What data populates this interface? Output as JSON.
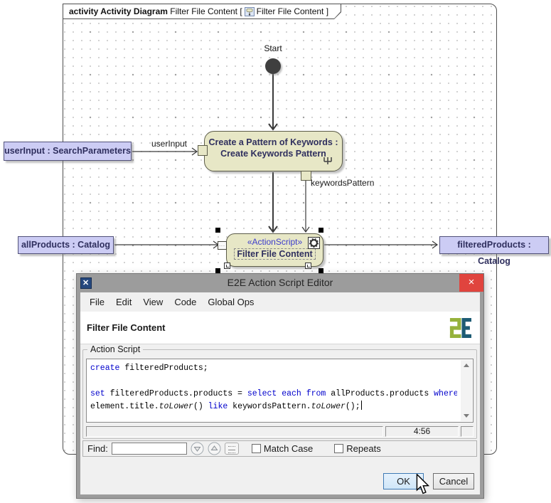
{
  "diagram": {
    "tab": {
      "bold": "activity Activity Diagram",
      "name": "Filter File Content [",
      "ref": "Filter File Content ]"
    },
    "start_label": "Start",
    "action_create": {
      "line1": "Create a Pattern of Keywords :",
      "line2": "Create Keywords Pattern"
    },
    "action_filter": {
      "stereotype": "«ActionScript»",
      "name": "Filter File Content"
    },
    "pin_label": "keywordsPattern",
    "edge_userinput_label": "userInput",
    "objects": {
      "user_input": "userInput : SearchParameters",
      "all_products": "allProducts : Catalog",
      "filtered_products": "filteredProducts : Catalog"
    }
  },
  "dialog": {
    "title": "E2E Action Script Editor",
    "close_glyph": "×",
    "menus": [
      "File",
      "Edit",
      "View",
      "Code",
      "Global Ops"
    ],
    "header_title": "Filter File Content",
    "group_label": "Action Script",
    "code": {
      "lines": [
        [
          {
            "k": "create"
          },
          {
            "p": " filteredProducts;"
          }
        ],
        [],
        [
          {
            "k": "set"
          },
          {
            "p": " filteredProducts.products = "
          },
          {
            "k": "select"
          },
          {
            "p": " "
          },
          {
            "k": "each"
          },
          {
            "p": " "
          },
          {
            "k": "from"
          },
          {
            "p": " allProducts.products "
          },
          {
            "k": "where"
          }
        ],
        [
          {
            "p": "element.title."
          },
          {
            "i": "toLower"
          },
          {
            "p": "() "
          },
          {
            "k": "like"
          },
          {
            "p": " keywordsPattern."
          },
          {
            "i": "toLower"
          },
          {
            "p": "();"
          }
        ]
      ]
    },
    "status_position": "4:56",
    "find": {
      "label": "Find:",
      "match_case": "Match Case",
      "repeats": "Repeats"
    },
    "buttons": {
      "ok": "OK",
      "cancel": "Cancel"
    }
  },
  "colors": {
    "action_fill": "#e7e7c6",
    "object_fill": "#ccccf4",
    "keyword_blue": "#0000cc",
    "titlebar_gray": "#9c9c9c",
    "close_red": "#e0443e",
    "logo_green": "#96b23c",
    "logo_teal": "#1d5b74",
    "ok_border_blue": "#3f7ab5"
  }
}
